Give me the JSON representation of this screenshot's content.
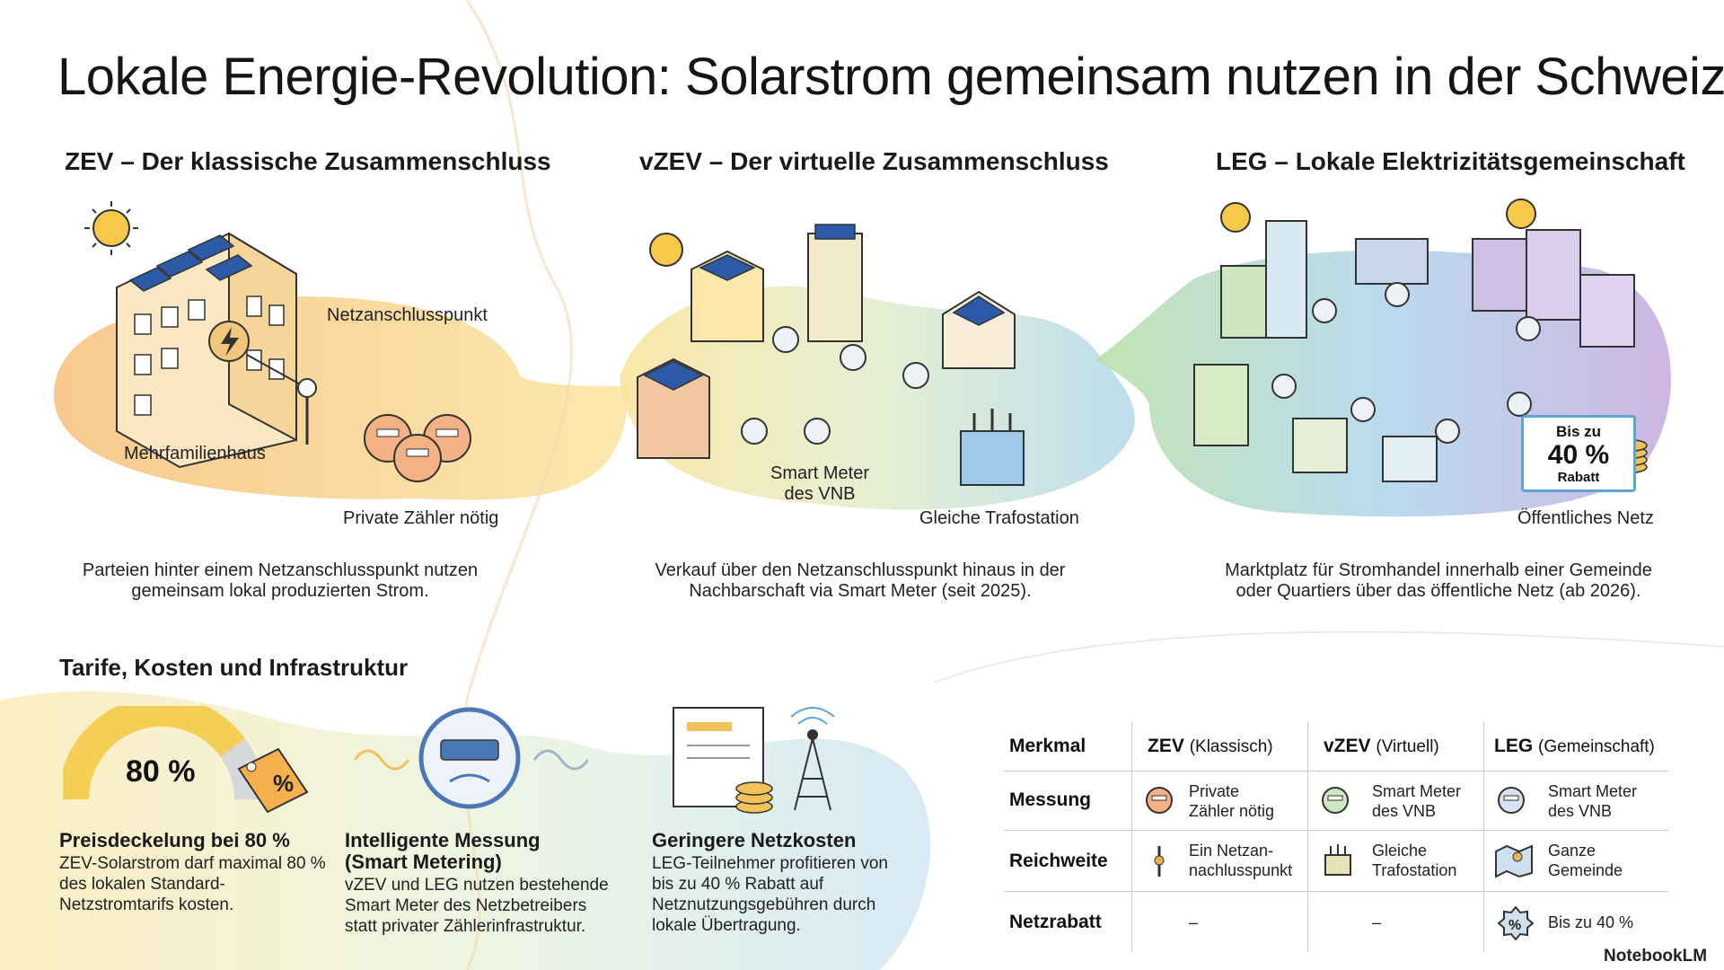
{
  "title": "Lokale Energie-Revolution: Solarstrom gemeinsam nutzen in der Schweiz",
  "sections": [
    {
      "heading": "ZEV – Der klassische Zusammenschluss",
      "labels": [
        "Netzanschlusspunkt",
        "Mehrfamilienhaus",
        "Private Zähler nötig"
      ],
      "description": "Parteien hinter einem Netzanschlusspunkt nutzen gemeinsam lokal produzierten Strom."
    },
    {
      "heading": "vZEV – Der virtuelle Zusammenschluss",
      "labels": [
        "Smart Meter\ndes VNB",
        "Gleiche Trafostation"
      ],
      "description": "Verkauf über den Netzanschlusspunkt hinaus in der Nachbarschaft via Smart Meter (seit 2025)."
    },
    {
      "heading": "LEG – Lokale Elektrizitätsgemeinschaft",
      "labels": [
        "Öffentliches Netz"
      ],
      "badge": {
        "line1": "Bis zu",
        "line2": "40 %",
        "line3": "Rabatt"
      },
      "description": "Marktplatz für Stromhandel innerhalb einer Gemeinde oder Quartiers über das öffentliche Netz (ab 2026)."
    }
  ],
  "tariffs": {
    "heading": "Tarife, Kosten und Infrastruktur",
    "gauge_value": "80 %",
    "gauge_fraction": 0.8,
    "tag_symbol": "%",
    "items": [
      {
        "title": "Preisdeckelung bei 80 %",
        "text": "ZEV-Solarstrom darf maximal 80 % des lokalen Standard-Netzstromtarifs kosten."
      },
      {
        "title": "Intelligente Messung (Smart Metering)",
        "text": "vZEV und LEG nutzen bestehende Smart Meter des Netzbetreibers statt privater Zählerinfrastruktur."
      },
      {
        "title": "Geringere Netzkosten",
        "text": "LEG-Teilnehmer profitieren von bis zu 40 % Rabatt auf Netznutzungsgebühren durch lokale Übertragung."
      }
    ]
  },
  "comparison": {
    "header_label": "Merkmal",
    "columns": [
      {
        "name": "ZEV",
        "sub": "(Klassisch)"
      },
      {
        "name": "vZEV",
        "sub": "(Virtuell)"
      },
      {
        "name": "LEG",
        "sub": "(Gemeinschaft)"
      }
    ],
    "rows": [
      {
        "label": "Messung",
        "cells": [
          "Private\nZähler nötig",
          "Smart Meter\ndes VNB",
          "Smart Meter\ndes VNB"
        ]
      },
      {
        "label": "Reichweite",
        "cells": [
          "Ein Netzan-\nnachlusspunkt",
          "Gleiche\nTrafostation",
          "Ganze\nGemeinde"
        ]
      },
      {
        "label": "Netzrabatt",
        "cells": [
          "–",
          "–",
          "Bis zu 40 %"
        ]
      }
    ]
  },
  "branding": "NotebookLM",
  "colors": {
    "zev": "#f6c96b",
    "vzev": "#a8d3e8",
    "leg": "#c6a9dd",
    "accent_blue": "#5aa6d8"
  }
}
